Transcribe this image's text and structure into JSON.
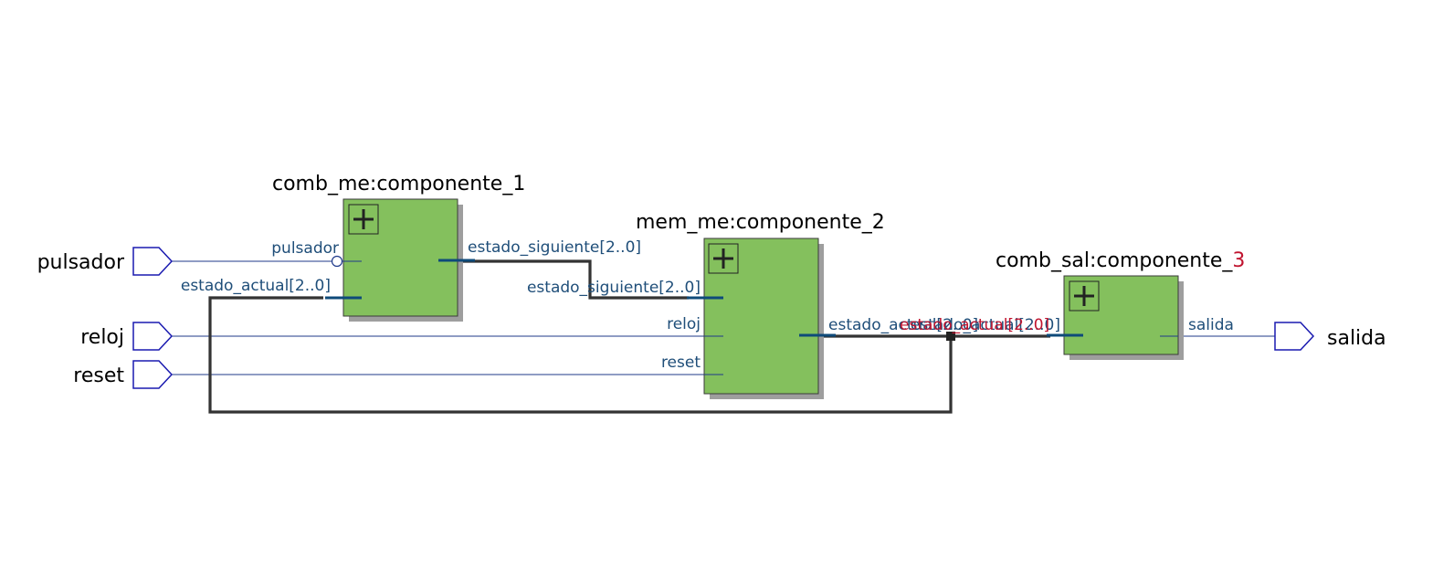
{
  "ports": {
    "inputs": [
      "pulsador",
      "reloj",
      "reset"
    ],
    "outputs": [
      "salida"
    ]
  },
  "components": {
    "c1": {
      "name_prefix": "comb_me:componente_1",
      "pins": {
        "pulsador": "pulsador",
        "estado_actual": "estado_actual[2..0]",
        "estado_siguiente": "estado_siguiente[2..0]"
      }
    },
    "c2": {
      "name_prefix": "mem_me:componente_2",
      "pins": {
        "estado_siguiente": "estado_siguiente[2..0]",
        "reloj": "reloj",
        "reset": "reset",
        "estado_actual": "estado_actual[2..0]"
      }
    },
    "c3": {
      "name_main": "comb_sal:componente_",
      "name_suffix": "3",
      "pins": {
        "estado_actual": "estado_actual[2..0]",
        "salida": "salida"
      }
    }
  },
  "overlap_label": "estado_actual[2..0]",
  "icons": [
    "expand-plus-icon",
    "input-port-icon",
    "output-port-icon",
    "inverter-bubble-icon",
    "junction-dot-icon"
  ],
  "colors": {
    "block_fill": "#84c05d",
    "pin_text": "#1f4e79",
    "port_outline": "#1a1ab0",
    "bus": "#333333",
    "accent": "#c0142f"
  }
}
